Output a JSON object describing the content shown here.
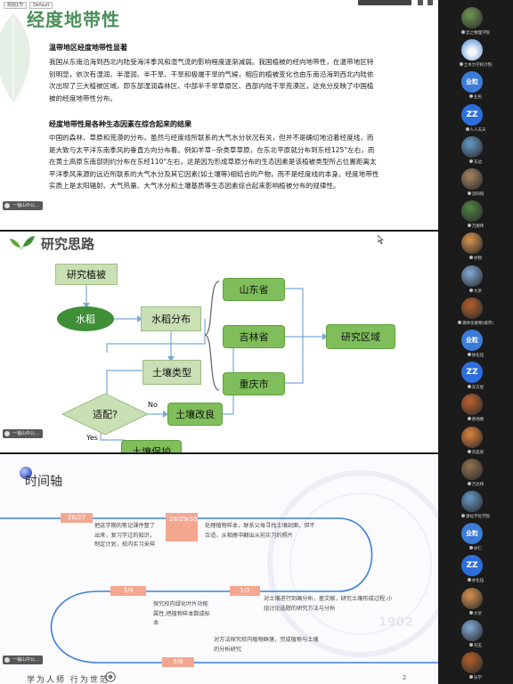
{
  "slide1": {
    "tabs": [
      "规划1节",
      "Default"
    ],
    "title": "经度地带性",
    "heading1": "温带地区经度地带性显著",
    "para1": "我国从东南沿海到西北内陆受海洋季风和湿气流的影响程度逐渐减弱。我国植被的经向地带性，在温带地区特别明显，依次有湿润、半湿润、半干旱、干旱和极端干旱的气候，相应的植被变化也由东南沿海到西北内陆依次出现了三大植被区域，即东部湿润森林区、中部半干旱草原区、西部内陆干旱荒漠区，这充分反映了中国植被的经度地带性分布。",
    "heading2": "经度地带性是各种生态因素在综合起来的结果",
    "para2": "中国的森林、草原和荒漠的分布，虽然与经度线所联系的大气水分状况有关，但并不是确切地沿着经度线，而是大致与太平洋东南季风的垂直方向分布着。例如羊草--杂类草草原，在东北平原就分布到东经125°左右，而在黄土高原东南部则约分布在东经110°左右，这是因为形成草原分布的生态因素是该植被类型所占位置距离太平洋季风来源的远近所联系的大气水分及其它因素(如土壤等)相结合的产物，而不是经度线的本身。经度地带性实质上是太阳辐射、大气热量、大气水分和土壤基质等生态因素综合起来影响植被分布的规律性。",
    "user_tag": "一袖山中公..."
  },
  "slide2": {
    "title": "研究思路",
    "study_plants": "研究植被",
    "rice": "水稻",
    "rice_dist": "水稻分布",
    "soil_type": "土壤类型",
    "suitable": "适配?",
    "no_label": "No",
    "yes_label": "Yes",
    "soil_improve": "土壤改良",
    "soil_protect": "土壤保护",
    "shandong": "山东省",
    "jilin": "吉林省",
    "chongqing": "重庆市",
    "region": "研究区域",
    "user_tag": "一袖山中公..."
  },
  "slide3": {
    "title": "时间轴",
    "items": [
      {
        "date": "26/27",
        "text": "把这学期的笔记课件整了出来，复习学过的知识，制定计划，校内实习采样"
      },
      {
        "date": "28/29/30",
        "text": "处理植物样本，联系父母寻找土壤剖面，但不合适，从相册中翻出从前实习的照片"
      },
      {
        "date": "3/4",
        "text": "探究校内绿化叶片功能属性,把植物样本数成标本"
      },
      {
        "date": "1/2",
        "text": "对土壤进行到画分析，查文献，研究土壤形成过程,小组讨论选题的研究方法与分析"
      },
      {
        "date": "5/6",
        "text": "对方法探究校内植物群落，完成植物与土壤的分析研究"
      }
    ],
    "slogan": "学为人师 行为世范",
    "watermark_year": "1902",
    "page": "2",
    "user_tag": "一袖山中公..."
  },
  "participants": [
    {
      "name": "云之物理学院",
      "avatar": "photo"
    },
    {
      "name": "土木力学校计院",
      "avatar": "sky"
    },
    {
      "name": "业民",
      "avatar": "业粒"
    },
    {
      "name": "人人天天",
      "avatar": "ZZ"
    },
    {
      "name": "东边",
      "avatar": "photo"
    },
    {
      "name": "流阳阳",
      "avatar": "photo"
    },
    {
      "name": "万朋伟",
      "avatar": "photo"
    },
    {
      "name": "亦物",
      "avatar": "photo"
    },
    {
      "name": "大亲",
      "avatar": "photo"
    },
    {
      "name": "源体化植物(城市)",
      "avatar": "photo"
    },
    {
      "name": "徐化伍",
      "avatar": "业粒"
    },
    {
      "name": "东方星",
      "avatar": "ZZ"
    },
    {
      "name": "香地春",
      "avatar": "photo"
    },
    {
      "name": "刘奕莉",
      "avatar": "photo"
    },
    {
      "name": "万达伟",
      "avatar": "photo"
    },
    {
      "name": "源化学化学院",
      "avatar": "photo"
    },
    {
      "name": "亦仁",
      "avatar": "业粒"
    },
    {
      "name": "亦化伍",
      "avatar": "ZZ"
    },
    {
      "name": "大亲",
      "avatar": "photo"
    },
    {
      "name": "刘玉",
      "avatar": "photo"
    },
    {
      "name": "乐学",
      "avatar": "photo"
    }
  ],
  "colors": {
    "title_green": "#4a8f5a",
    "oval_green": "#3f8f37",
    "box_green": "#7fbe5a",
    "light_green": "#c9dfb4",
    "timeline_orange": "#f3a78f",
    "timeline_blue": "#3d7fd8",
    "avatar_blue": "#2e6edc"
  }
}
